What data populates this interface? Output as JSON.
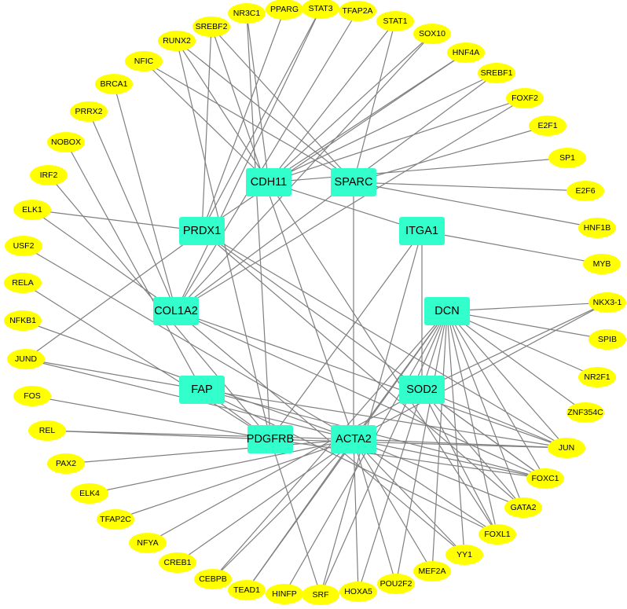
{
  "hubs": [
    "CDH11",
    "SPARC",
    "PRDX1",
    "ITGA1",
    "COL1A2",
    "DCN",
    "FAP",
    "SOD2",
    "PDGFRB",
    "ACTA2"
  ],
  "tfs": [
    "NR3C1",
    "PPARG",
    "STAT3",
    "TFAP2A",
    "SREBF2",
    "STAT1",
    "RUNX2",
    "SOX10",
    "HNF4A",
    "NFIC",
    "SREBF1",
    "BRCA1",
    "FOXF2",
    "PRRX2",
    "E2F1",
    "NOBOX",
    "SP1",
    "IRF2",
    "E2F6",
    "ELK1",
    "HNF1B",
    "USF2",
    "MYB",
    "RELA",
    "NKX3-1",
    "NFKB1",
    "SPIB",
    "JUND",
    "NR2F1",
    "FOS",
    "ZNF354C",
    "REL",
    "JUN",
    "PAX2",
    "FOXC1",
    "ELK4",
    "GATA2",
    "TFAP2C",
    "FOXL1",
    "NFYA",
    "YY1",
    "CREB1",
    "MEF2A",
    "CEBPB",
    "POU2F2",
    "TEAD1",
    "HOXA5",
    "HINFP",
    "SRF"
  ],
  "edges": [
    [
      "CDH11",
      "NR3C1"
    ],
    [
      "CDH11",
      "STAT1"
    ],
    [
      "CDH11",
      "SOX10"
    ],
    [
      "CDH11",
      "HNF4A"
    ],
    [
      "CDH11",
      "SREBF1"
    ],
    [
      "CDH11",
      "FOXF2"
    ],
    [
      "CDH11",
      "SP1"
    ],
    [
      "CDH11",
      "RUNX2"
    ],
    [
      "CDH11",
      "NFIC"
    ],
    [
      "CDH11",
      "FOXL1"
    ],
    [
      "SPARC",
      "STAT1"
    ],
    [
      "SPARC",
      "SREBF2"
    ],
    [
      "SPARC",
      "RUNX2"
    ],
    [
      "SPARC",
      "NFIC"
    ],
    [
      "SPARC",
      "E2F1"
    ],
    [
      "SPARC",
      "E2F6"
    ],
    [
      "SPARC",
      "HNF1B"
    ],
    [
      "SPARC",
      "ACTA2"
    ],
    [
      "PRDX1",
      "ELK1"
    ],
    [
      "PRDX1",
      "PPARG"
    ],
    [
      "PRDX1",
      "STAT3"
    ],
    [
      "PRDX1",
      "SREBF2"
    ],
    [
      "PRDX1",
      "HNF4A"
    ],
    [
      "PRDX1",
      "JUND"
    ],
    [
      "PRDX1",
      "FOXC1"
    ],
    [
      "PRDX1",
      "GATA2"
    ],
    [
      "PRDX1",
      "JUN"
    ],
    [
      "ITGA1",
      "MYB"
    ],
    [
      "ITGA1",
      "CDH11"
    ],
    [
      "ITGA1",
      "SOD2"
    ],
    [
      "ITGA1",
      "SRF"
    ],
    [
      "ITGA1",
      "PDGFRB"
    ],
    [
      "COL1A2",
      "STAT3"
    ],
    [
      "COL1A2",
      "TFAP2A"
    ],
    [
      "COL1A2",
      "SOX10"
    ],
    [
      "COL1A2",
      "BRCA1"
    ],
    [
      "COL1A2",
      "PRRX2"
    ],
    [
      "COL1A2",
      "ELK1"
    ],
    [
      "COL1A2",
      "SREBF1"
    ],
    [
      "COL1A2",
      "FOXF2"
    ],
    [
      "COL1A2",
      "YY1"
    ],
    [
      "COL1A2",
      "JUN"
    ],
    [
      "COL1A2",
      "FOXC1"
    ],
    [
      "DCN",
      "NKX3-1"
    ],
    [
      "DCN",
      "SPIB"
    ],
    [
      "DCN",
      "NR2F1"
    ],
    [
      "DCN",
      "ZNF354C"
    ],
    [
      "DCN",
      "JUN"
    ],
    [
      "DCN",
      "FOXC1"
    ],
    [
      "DCN",
      "GATA2"
    ],
    [
      "DCN",
      "FOXL1"
    ],
    [
      "DCN",
      "YY1"
    ],
    [
      "DCN",
      "MEF2A"
    ],
    [
      "DCN",
      "POU2F2"
    ],
    [
      "DCN",
      "HOXA5"
    ],
    [
      "DCN",
      "SRF"
    ],
    [
      "DCN",
      "HINFP"
    ],
    [
      "DCN",
      "TEAD1"
    ],
    [
      "DCN",
      "CEBPB"
    ],
    [
      "DCN",
      "ACTA2"
    ],
    [
      "FAP",
      "JUND"
    ],
    [
      "FAP",
      "FOXL1"
    ],
    [
      "FAP",
      "JUN"
    ],
    [
      "FAP",
      "FOXC1"
    ],
    [
      "FAP",
      "NOBOX"
    ],
    [
      "FAP",
      "PDGFRB"
    ],
    [
      "SOD2",
      "NKX3-1"
    ],
    [
      "SOD2",
      "FOXL1"
    ],
    [
      "SOD2",
      "FOXC1"
    ],
    [
      "SOD2",
      "GATA2"
    ],
    [
      "SOD2",
      "NFYA"
    ],
    [
      "SOD2",
      "JUN"
    ],
    [
      "PDGFRB",
      "IRF2"
    ],
    [
      "PDGFRB",
      "RELA"
    ],
    [
      "PDGFRB",
      "FOS"
    ],
    [
      "PDGFRB",
      "REL"
    ],
    [
      "PDGFRB",
      "SRF"
    ],
    [
      "PDGFRB",
      "NR3C1"
    ],
    [
      "PDGFRB",
      "RUNX2"
    ],
    [
      "PDGFRB",
      "JUN"
    ],
    [
      "PDGFRB",
      "FOXC1"
    ],
    [
      "ACTA2",
      "USF2"
    ],
    [
      "ACTA2",
      "NFKB1"
    ],
    [
      "ACTA2",
      "JUND"
    ],
    [
      "ACTA2",
      "REL"
    ],
    [
      "ACTA2",
      "PAX2"
    ],
    [
      "ACTA2",
      "ELK4"
    ],
    [
      "ACTA2",
      "TFAP2C"
    ],
    [
      "ACTA2",
      "CREB1"
    ],
    [
      "ACTA2",
      "CEBPB"
    ],
    [
      "ACTA2",
      "TEAD1"
    ],
    [
      "ACTA2",
      "HOXA5"
    ],
    [
      "ACTA2",
      "POU2F2"
    ],
    [
      "ACTA2",
      "YY1"
    ],
    [
      "ACTA2",
      "MEF2A"
    ],
    [
      "ACTA2",
      "GATA2"
    ],
    [
      "ACTA2",
      "FOXC1"
    ],
    [
      "ACTA2",
      "FOXL1"
    ],
    [
      "ACTA2",
      "JUN"
    ],
    [
      "ACTA2",
      "SREBF2"
    ],
    [
      "ACTA2",
      "NKX3-1"
    ]
  ],
  "colors": {
    "tf_node": "#ffff00",
    "hub_node": "#33ffcc",
    "edge": "#7f7f7f"
  }
}
